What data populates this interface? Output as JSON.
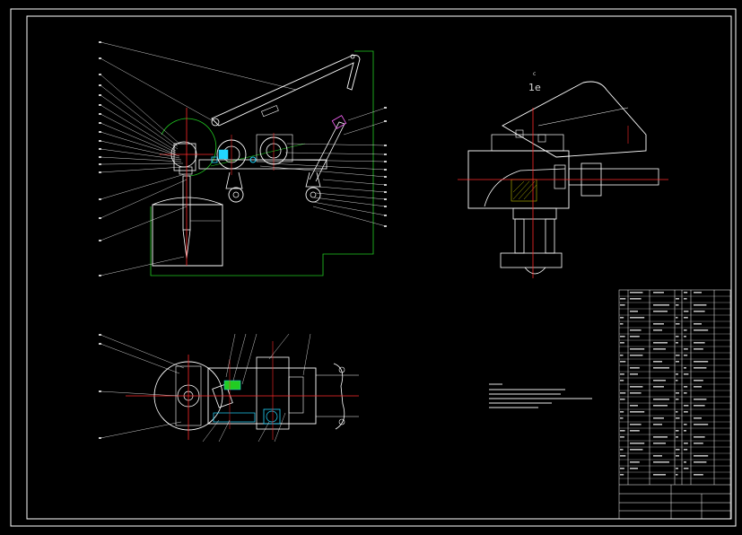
{
  "drawing": {
    "background": "#000000",
    "colors": {
      "border": "#ffffff",
      "outline": "#ffffff",
      "centerline": "#ff2a2a",
      "guide_green": "#22cc22",
      "leader": "#ffffff",
      "cyan_part": "#22d6ff",
      "yellow_mark": "#e6e600",
      "magenta_mark": "#ff66ff"
    },
    "section_mark": "1e",
    "section_mark_small": "c",
    "icons": [
      "mechanical-assembly-drawing",
      "title-block-table"
    ]
  }
}
